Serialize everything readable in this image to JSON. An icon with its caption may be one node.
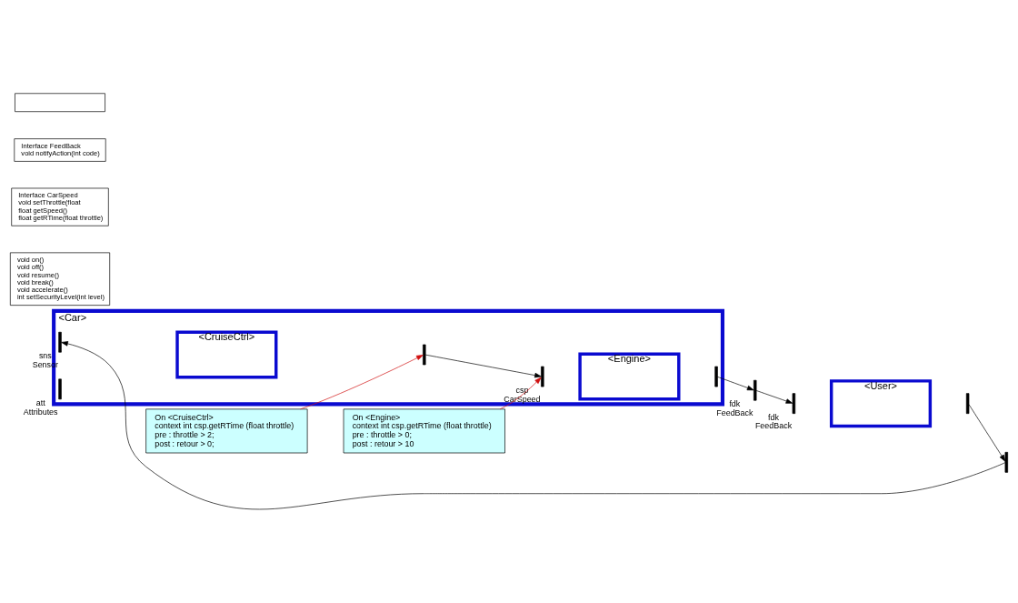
{
  "diagram": {
    "nodes": [
      {
        "text": [
          "<User>"
        ]
      },
      {
        "text": [
          "<Car>"
        ]
      },
      {
        "text": [
          "<CruiseCtrl>"
        ],
        "in": 1
      },
      {
        "text": [
          "<Engine>"
        ],
        "in": 1
      },
      {
        "text": [],
        "shape": "bar",
        "beside": [
          "fdk",
          "FeedBack"
        ]
      },
      {
        "text": [],
        "shape": "bar"
      },
      {
        "text": [],
        "shape": "bar"
      },
      {
        "text": [],
        "shape": "bar",
        "in": 1,
        "beside": [
          "sns",
          "Sensor"
        ]
      },
      {
        "text": [],
        "shape": "bar",
        "in": 1
      },
      {
        "text": [],
        "shape": "bar",
        "in": 1,
        "beside": [
          "csp",
          "CarSpeed"
        ]
      },
      {
        "text": [],
        "shape": "bar",
        "in": 1
      },
      {
        "text": [],
        "shape": "bar",
        "beside": [
          "fdk",
          "FeedBack"
        ]
      },
      {
        "text": [],
        "shape": "bar",
        "in": 1,
        "beside": [
          "att",
          "Attributes"
        ]
      },
      {
        "text": [
          "On <CruiseCtrl>",
          "context int csp.getRTime (float throttle)",
          "pre : throttle > 2;",
          "post : retour > 0;"
        ]
      },
      {
        "text": [
          "On <Engine>",
          "context int csp.getRTime (float throttle)",
          "pre : throttle > 0;",
          "post : retour > 10"
        ]
      },
      {
        "text": [
          "void on()",
          "void off()",
          "void resume()",
          "void break()",
          "void accelerate()",
          "int setSecurityLevel(int level)"
        ]
      },
      {
        "text": [
          "Interface CarSpeed",
          "void setThrottle(float",
          "float getSpeed()",
          "float getRTime(float throttle)"
        ]
      },
      {
        "text": [
          "Interface FeedBack",
          "void notifyAction(int code)"
        ]
      },
      {
        "text": [],
        "shape": "box"
      }
    ],
    "edges": [
      {
        "from": 5,
        "to": 6,
        "arrow": "to"
      },
      {
        "from": 6,
        "to": 7,
        "arrow": "to"
      },
      {
        "from": 8,
        "to": 9,
        "arrow": "to"
      },
      {
        "from": 10,
        "to": 11,
        "arrow": "to"
      },
      {
        "from": 11,
        "to": 4,
        "arrow": "to"
      },
      {
        "from": 13,
        "to": 8,
        "arrow": "to",
        "color": "#d01010"
      },
      {
        "from": 14,
        "to": 9,
        "arrow": "to",
        "color": "#d01010"
      }
    ]
  }
}
